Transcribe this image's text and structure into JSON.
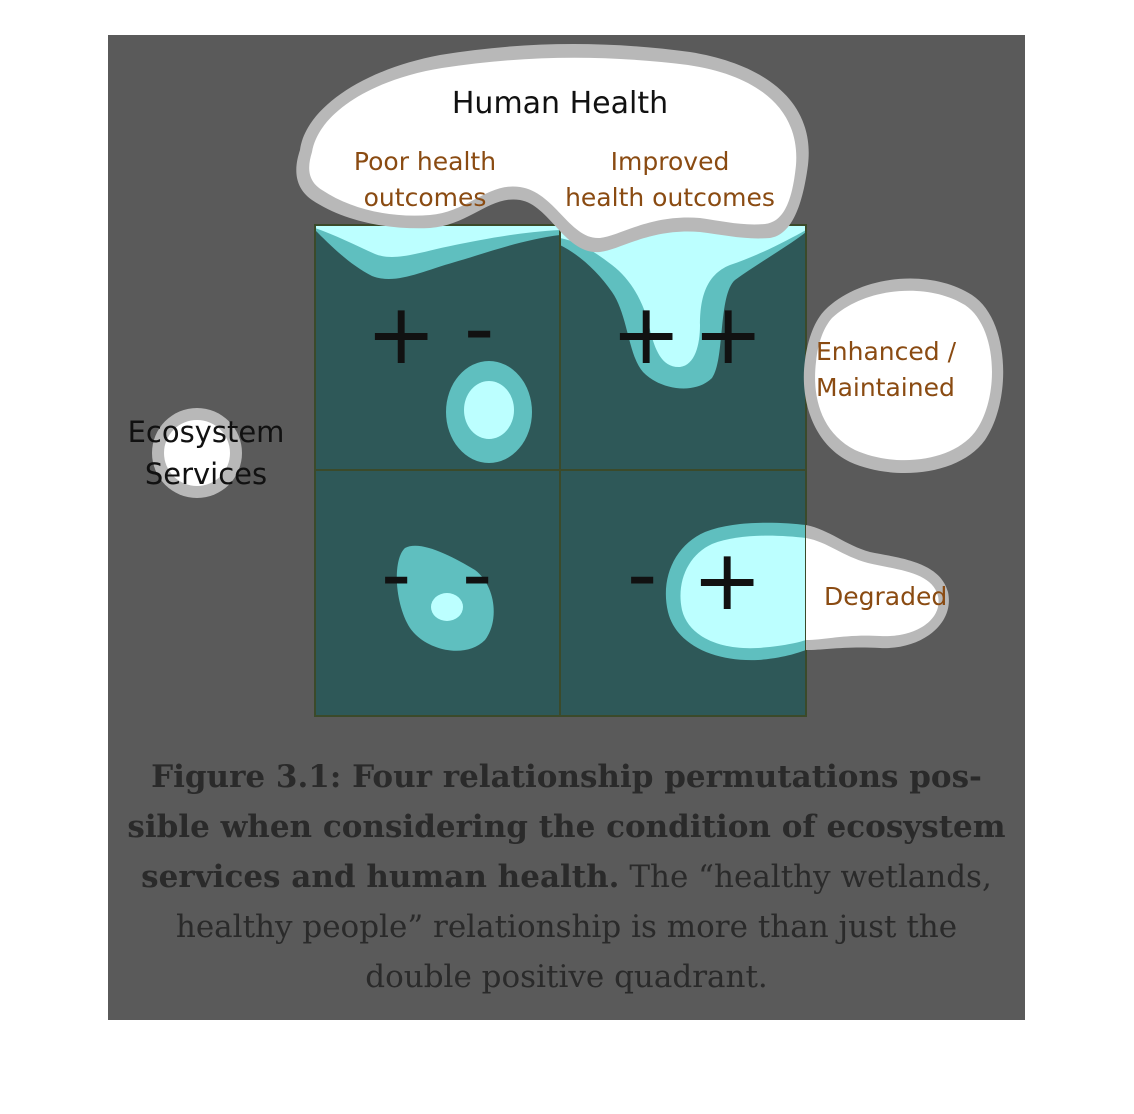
{
  "diagram": {
    "top_axis_title": "Human Health",
    "top_left_label": "Poor health outcomes",
    "top_left_label_lines": [
      "Poor health",
      "outcomes"
    ],
    "top_right_label": "Improved health outcomes",
    "top_right_label_lines": [
      "Improved",
      "health outcomes"
    ],
    "side_axis_title": "Ecosystem Services",
    "side_axis_title_lines": [
      "Ecosystem",
      "Services"
    ],
    "enhanced_label": "Enhanced / Maintained",
    "enhanced_label_lines": [
      "Enhanced /",
      "Maintained"
    ],
    "degraded_label": "Degraded",
    "quadrants": [
      {
        "position": "top-left",
        "signs": [
          "+",
          "-"
        ]
      },
      {
        "position": "top-right",
        "signs": [
          "+",
          "+"
        ]
      },
      {
        "position": "bottom-left",
        "signs": [
          "-",
          "-"
        ]
      },
      {
        "position": "bottom-right",
        "signs": [
          "-",
          "+"
        ]
      }
    ],
    "colors": {
      "background": "#5a5a5a",
      "grid_fill": "#2e5858",
      "grid_line": "#3b4a2a",
      "blob_outer": "#5fbfbf",
      "blob_inner": "#bcffff",
      "bubble_fill": "#ffffff",
      "bubble_edge": "#b8b8b8",
      "axis_label_color": "#8a4b12"
    }
  },
  "caption": {
    "bold": "Figure 3.1: Four relationship permutations possible when considering the condition of ecosystem services and human health.",
    "bold_line1": "Figure 3.1: Four relationship permutations pos-",
    "bold_line2": "sible when considering the condition of ecosystem",
    "bold_line3": "services and human health.",
    "normal": "The “healthy wetlands, healthy people” relationship is more than just the double positive quadrant.",
    "normal_line3": " The “healthy wetlands,",
    "normal_line4": "healthy people” relationship is more than just the",
    "normal_line5": "double positive quadrant."
  }
}
